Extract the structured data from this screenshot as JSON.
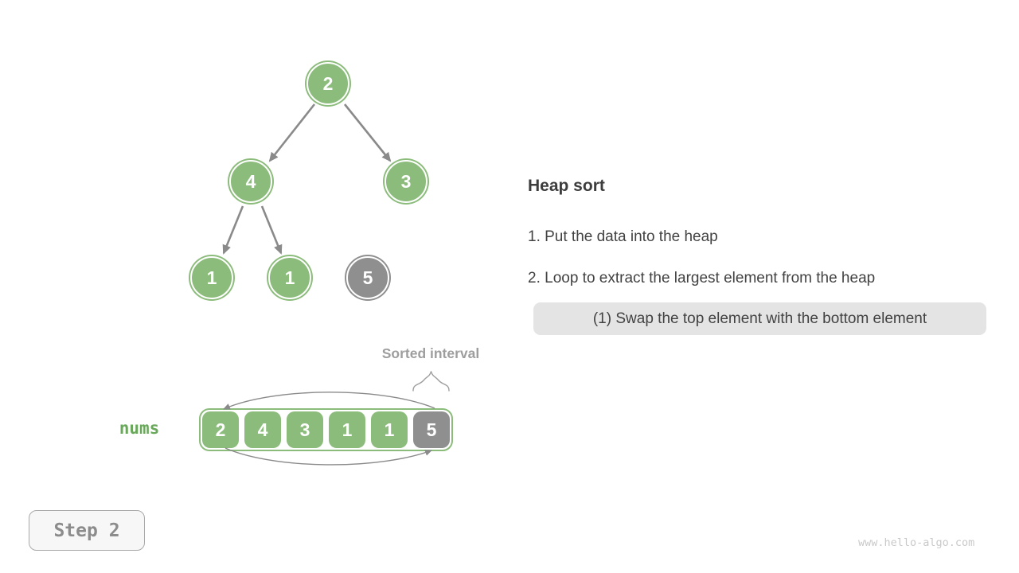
{
  "panel": {
    "title": "Heap sort",
    "steps": [
      "1. Put the data into the heap",
      "2. Loop to extract the largest element from the heap"
    ],
    "substep": "(1) Swap the top element with the bottom element"
  },
  "tree": {
    "nodes": [
      {
        "value": "2",
        "state": "heap"
      },
      {
        "value": "4",
        "state": "heap"
      },
      {
        "value": "3",
        "state": "heap"
      },
      {
        "value": "1",
        "state": "heap"
      },
      {
        "value": "1",
        "state": "heap"
      },
      {
        "value": "5",
        "state": "sorted"
      }
    ]
  },
  "array": {
    "label": "nums",
    "sorted_label": "Sorted interval",
    "cells": [
      {
        "value": "2",
        "state": "heap"
      },
      {
        "value": "4",
        "state": "heap"
      },
      {
        "value": "3",
        "state": "heap"
      },
      {
        "value": "1",
        "state": "heap"
      },
      {
        "value": "1",
        "state": "heap"
      },
      {
        "value": "5",
        "state": "sorted"
      }
    ]
  },
  "step_badge": "Step 2",
  "watermark": "www.hello-algo.com",
  "colors": {
    "node_green": "#8CBC7C",
    "sorted_gray": "#8F8F8F",
    "arrow_gray": "#8A8A8A",
    "text_dark": "#3d3d3d",
    "substep_bg": "#e4e4e4",
    "muted_label": "#9e9e9e"
  }
}
